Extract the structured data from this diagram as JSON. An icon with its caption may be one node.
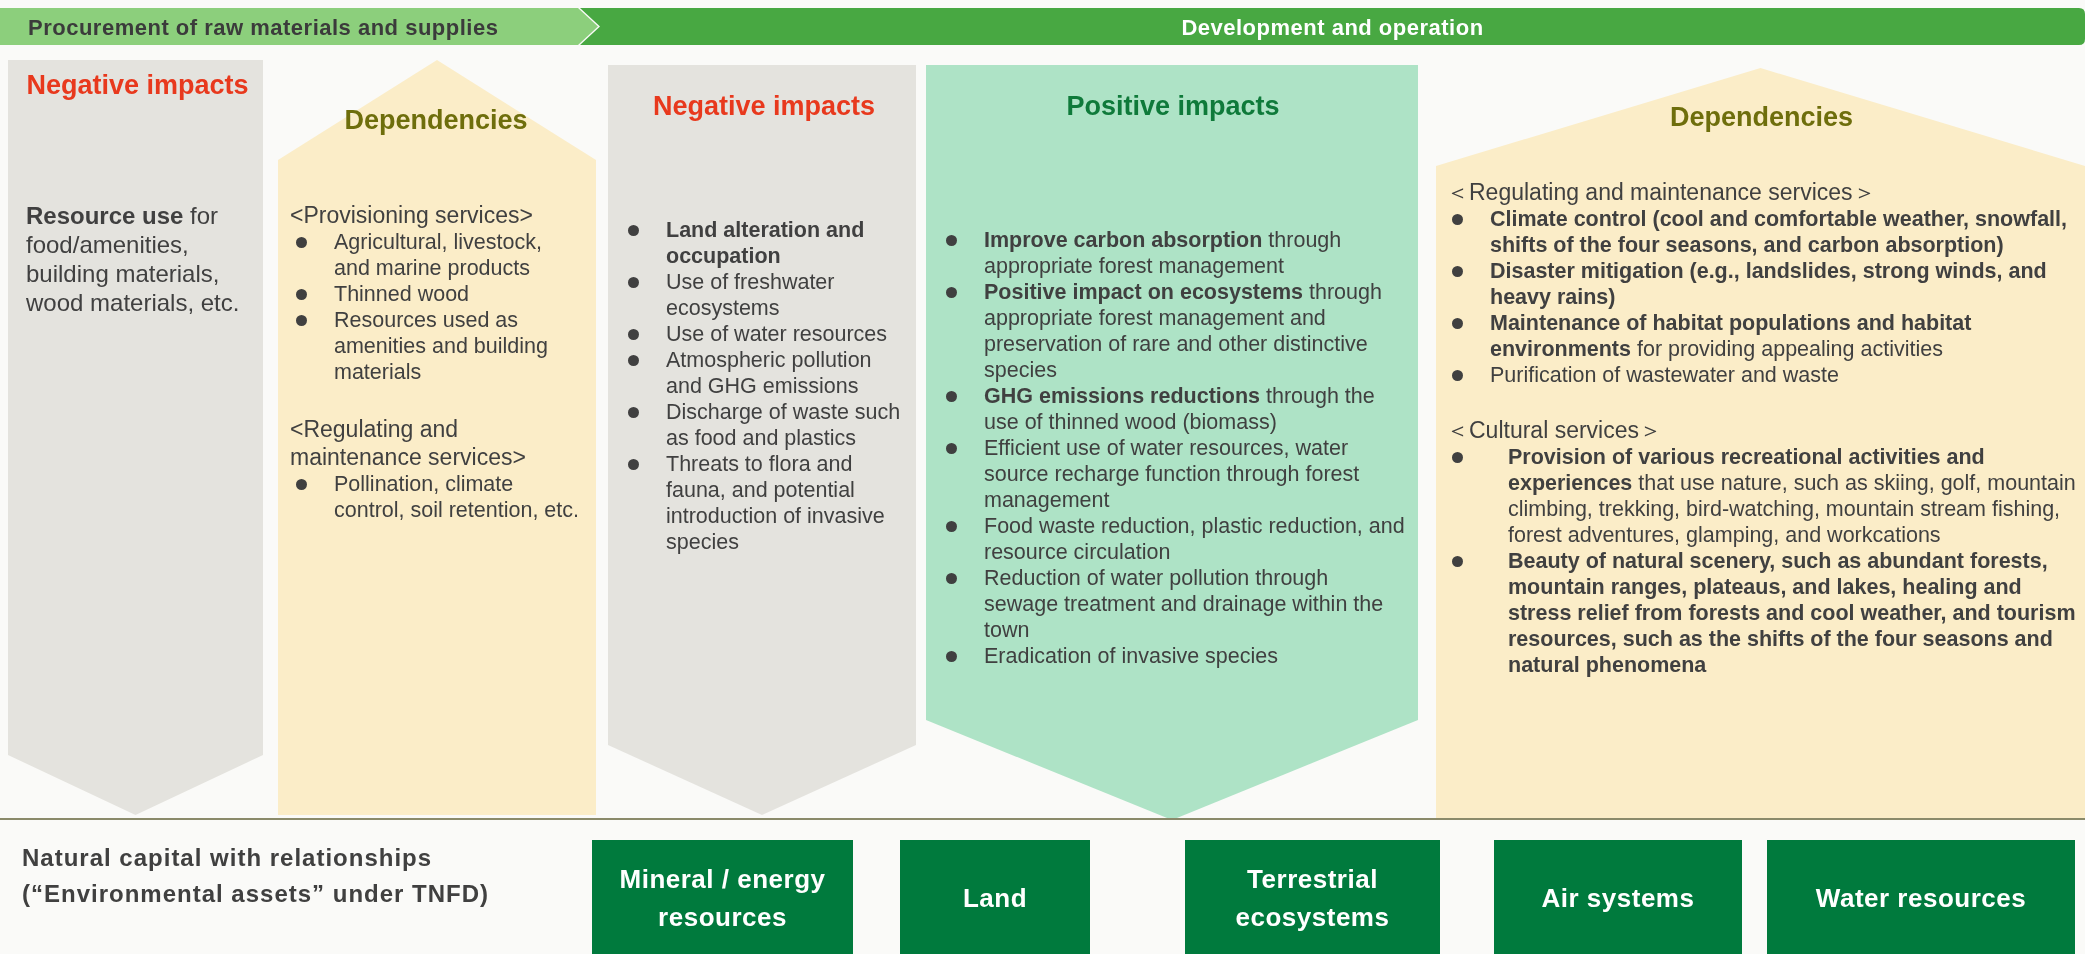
{
  "diagram": {
    "nodes": [
      {
        "text": [
          "Procurement of raw materials and supplies"
        ]
      },
      {
        "text": [
          "Development and operation"
        ]
      },
      {
        "text": [
          "Negative impacts",
          "**Resource use** for food/amenities, building materials, wood materials, etc."
        ]
      },
      {
        "text": [
          "Dependencies",
          "<Provisioning services>",
          "Agricultural, livestock, and marine products",
          "Thinned wood",
          "Resources used as amenities and building materials",
          "<Regulating and maintenance services>",
          "Pollination, climate control, soil retention, etc."
        ]
      },
      {
        "text": [
          "Negative impacts",
          "Land alteration and occupation",
          "Use of freshwater ecosystems",
          "Use of water resources",
          "Atmospheric pollution and GHG emissions",
          "Discharge of waste such as food and plastics",
          "Threats to flora and fauna, and potential introduction of invasive species"
        ]
      },
      {
        "text": [
          "Positive impacts",
          "**Improve carbon absorption** through appropriate forest management",
          "**Positive impact on ecosystems** through appropriate forest management and preservation of rare and other distinctive species",
          "**GHG emissions reductions** through the use of thinned wood (biomass)",
          "Efficient use of water resources, water source recharge function through forest management",
          "Food waste reduction, plastic reduction, and resource circulation",
          "Reduction of water pollution through sewage treatment and drainage within the town",
          "Eradication of invasive species"
        ]
      },
      {
        "text": [
          "Dependencies",
          "＜Regulating and maintenance services＞",
          "Climate control (cool and comfortable weather, snowfall, shifts of the four seasons, and carbon absorption)",
          "Disaster mitigation (e.g., landslides, strong winds, and heavy rains)",
          "**Maintenance of habitat populations and habitat environments** for providing appealing activities",
          "Purification of wastewater and waste",
          "＜Cultural services＞",
          "**Provision of various recreational activities and experiences** that use nature, such as skiing, golf, mountain climbing, trekking, bird-watching, mountain stream fishing, forest adventures, glamping, and workcations",
          "Beauty of natural scenery, such as abundant forests, mountain ranges, plateaus, and lakes, healing and stress relief from forests and cool weather, and tourism resources, such as the shifts of the four seasons and natural phenomena"
        ]
      },
      {
        "text": [
          "Natural capital with relationships (“Environmental assets” under TNFD)"
        ]
      },
      {
        "text": [
          "Mineral / energy resources"
        ],
        "in": 7
      },
      {
        "text": [
          "Land"
        ],
        "in": 7
      },
      {
        "text": [
          "Terrestrial ecosystems"
        ],
        "in": 7
      },
      {
        "text": [
          "Air systems"
        ],
        "in": 7
      },
      {
        "text": [
          "Water resources"
        ],
        "in": 7
      }
    ]
  }
}
